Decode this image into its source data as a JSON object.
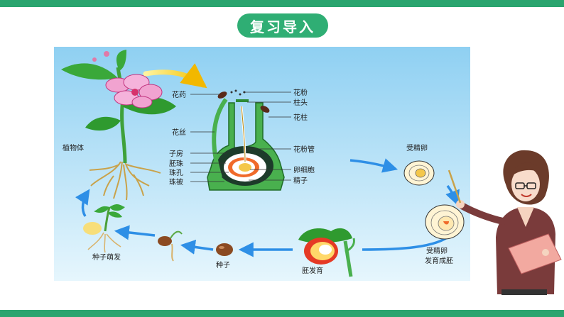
{
  "header": {
    "title": "复习导入"
  },
  "labels": {
    "plant": "植物体",
    "anther": "花药",
    "filament": "花丝",
    "ovary": "子房",
    "ovule": "胚珠",
    "micropyle": "珠孔",
    "integument": "珠被",
    "pollen": "花粉",
    "stigma": "柱头",
    "style": "花柱",
    "pollen_tube": "花粉管",
    "egg_cell": "卵细胞",
    "sperm": "精子",
    "fertilized_egg": "受精卵",
    "fertilized_dev_1": "受精卵",
    "fertilized_dev_2": "发育成胚",
    "embryo_dev": "胚发育",
    "seed": "种子",
    "germination": "种子萌发"
  },
  "colors": {
    "accent": "#2aa56f",
    "pill": "#2fae74",
    "sky_top": "#8fd0f2",
    "sky_bottom": "#e3f5fd",
    "arrow": "#2e8fe6",
    "pistil_green": "#3fae52"
  },
  "icons": [
    "teacher-figure"
  ]
}
